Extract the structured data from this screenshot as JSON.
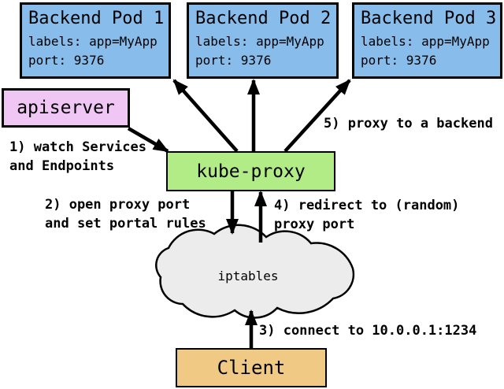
{
  "pods": [
    {
      "title": "Backend Pod 1",
      "labels": "labels: app=MyApp",
      "port": "port: 9376"
    },
    {
      "title": "Backend Pod 2",
      "labels": "labels: app=MyApp",
      "port": "port: 9376"
    },
    {
      "title": "Backend Pod 3",
      "labels": "labels: app=MyApp",
      "port": "port: 9376"
    }
  ],
  "nodes": {
    "apiserver": {
      "label": "apiserver"
    },
    "kube_proxy": {
      "label": "kube-proxy"
    },
    "iptables": {
      "label": "iptables"
    },
    "client": {
      "label": "Client"
    }
  },
  "annotations": {
    "step1": {
      "lines": [
        "1) watch Services",
        "and Endpoints"
      ]
    },
    "step2": {
      "lines": [
        "2) open proxy port",
        "and set portal rules"
      ]
    },
    "step3": {
      "lines": [
        "3) connect to 10.0.0.1:1234"
      ]
    },
    "step4": {
      "lines": [
        "4) redirect to (random)",
        "proxy port"
      ]
    },
    "step5": {
      "lines": [
        "5) proxy to a backend"
      ]
    }
  },
  "colors": {
    "pod_fill": "#87BCEB",
    "apiserver_fill": "#F0C7F4",
    "kube_proxy_fill": "#B2EC86",
    "client_fill": "#F0CA85",
    "cloud_fill": "#ECECEC",
    "line_color": "#000000",
    "background": "#FFFFFF"
  }
}
